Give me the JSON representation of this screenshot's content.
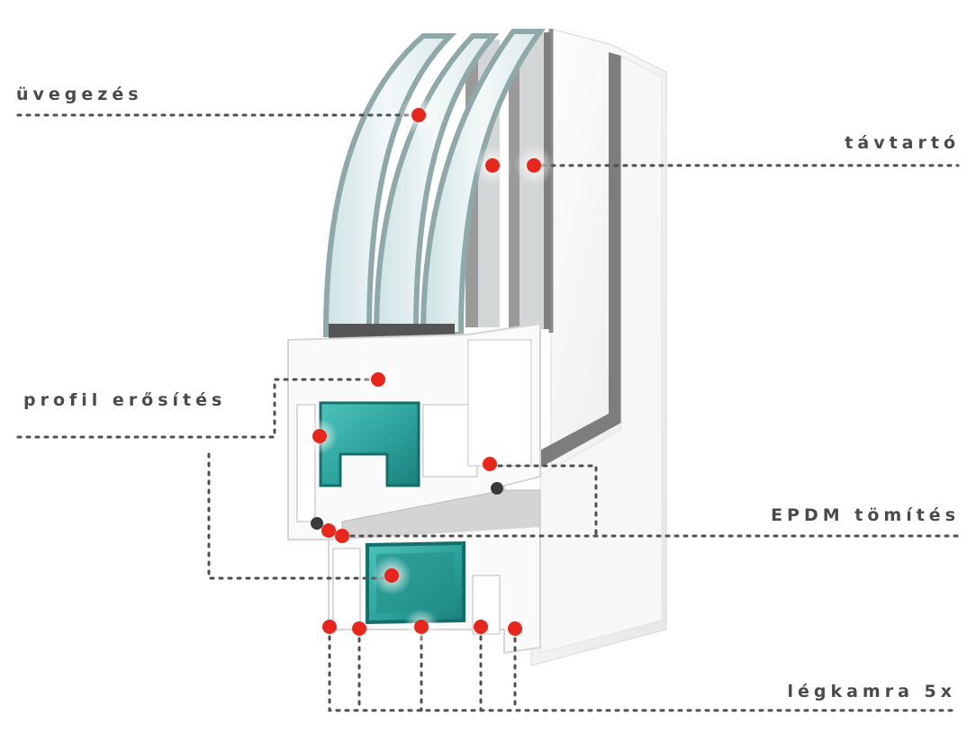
{
  "labels": {
    "glazing": "üvegezés",
    "spacer": "távtartó",
    "reinforcement": "profil erősítés",
    "epdm": "EPDM tömítés",
    "air_chambers": "légkamra 5x"
  },
  "colors": {
    "marker": "#e8261b",
    "leader": "#4f4f4f",
    "label_text": "#4a4a4a",
    "glass_edge": "#8fa8a8",
    "reinforcement": "#2fa7a0",
    "spacer": "#8b8b8b",
    "gasket": "#3a3a3a",
    "profile": "#f4f4f4"
  },
  "icons": {
    "marker": "red-dot-icon"
  }
}
